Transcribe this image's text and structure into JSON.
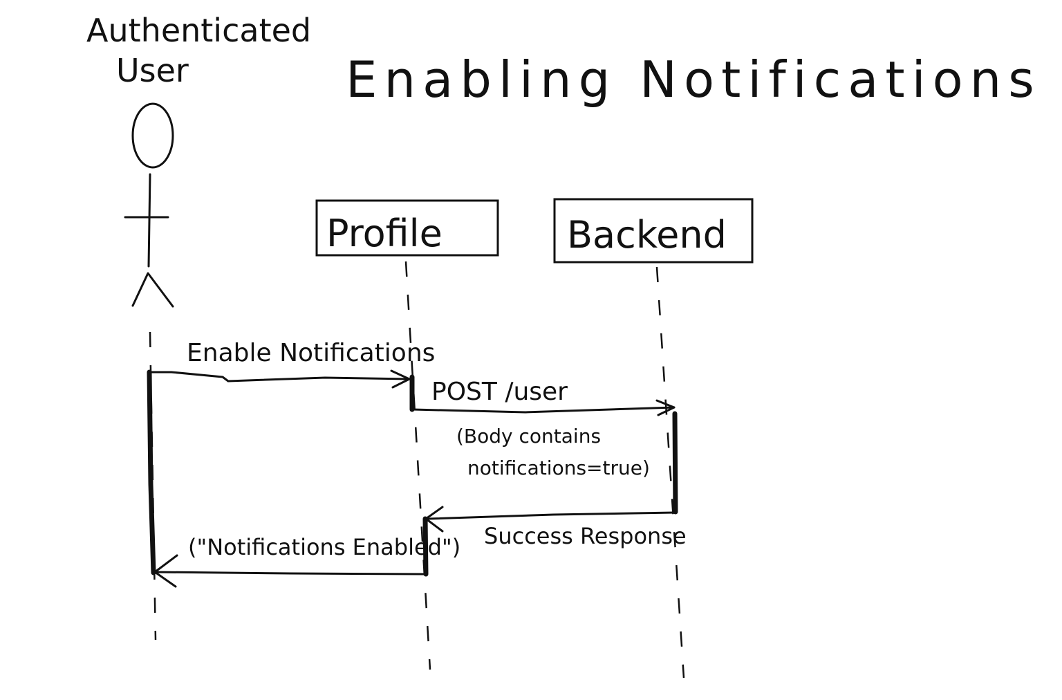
{
  "title": "Enabling Notifications",
  "actor": {
    "label_line1": "Authenticated",
    "label_line2": "User"
  },
  "participants": {
    "profile": "Profile",
    "backend": "Backend"
  },
  "messages": {
    "enable": "Enable Notifications",
    "post": "POST /user",
    "post_note_line1": "(Body contains",
    "post_note_line2": "notifications=true)",
    "success": "Success Response",
    "enabled": "(\"Notifications Enabled\")"
  }
}
